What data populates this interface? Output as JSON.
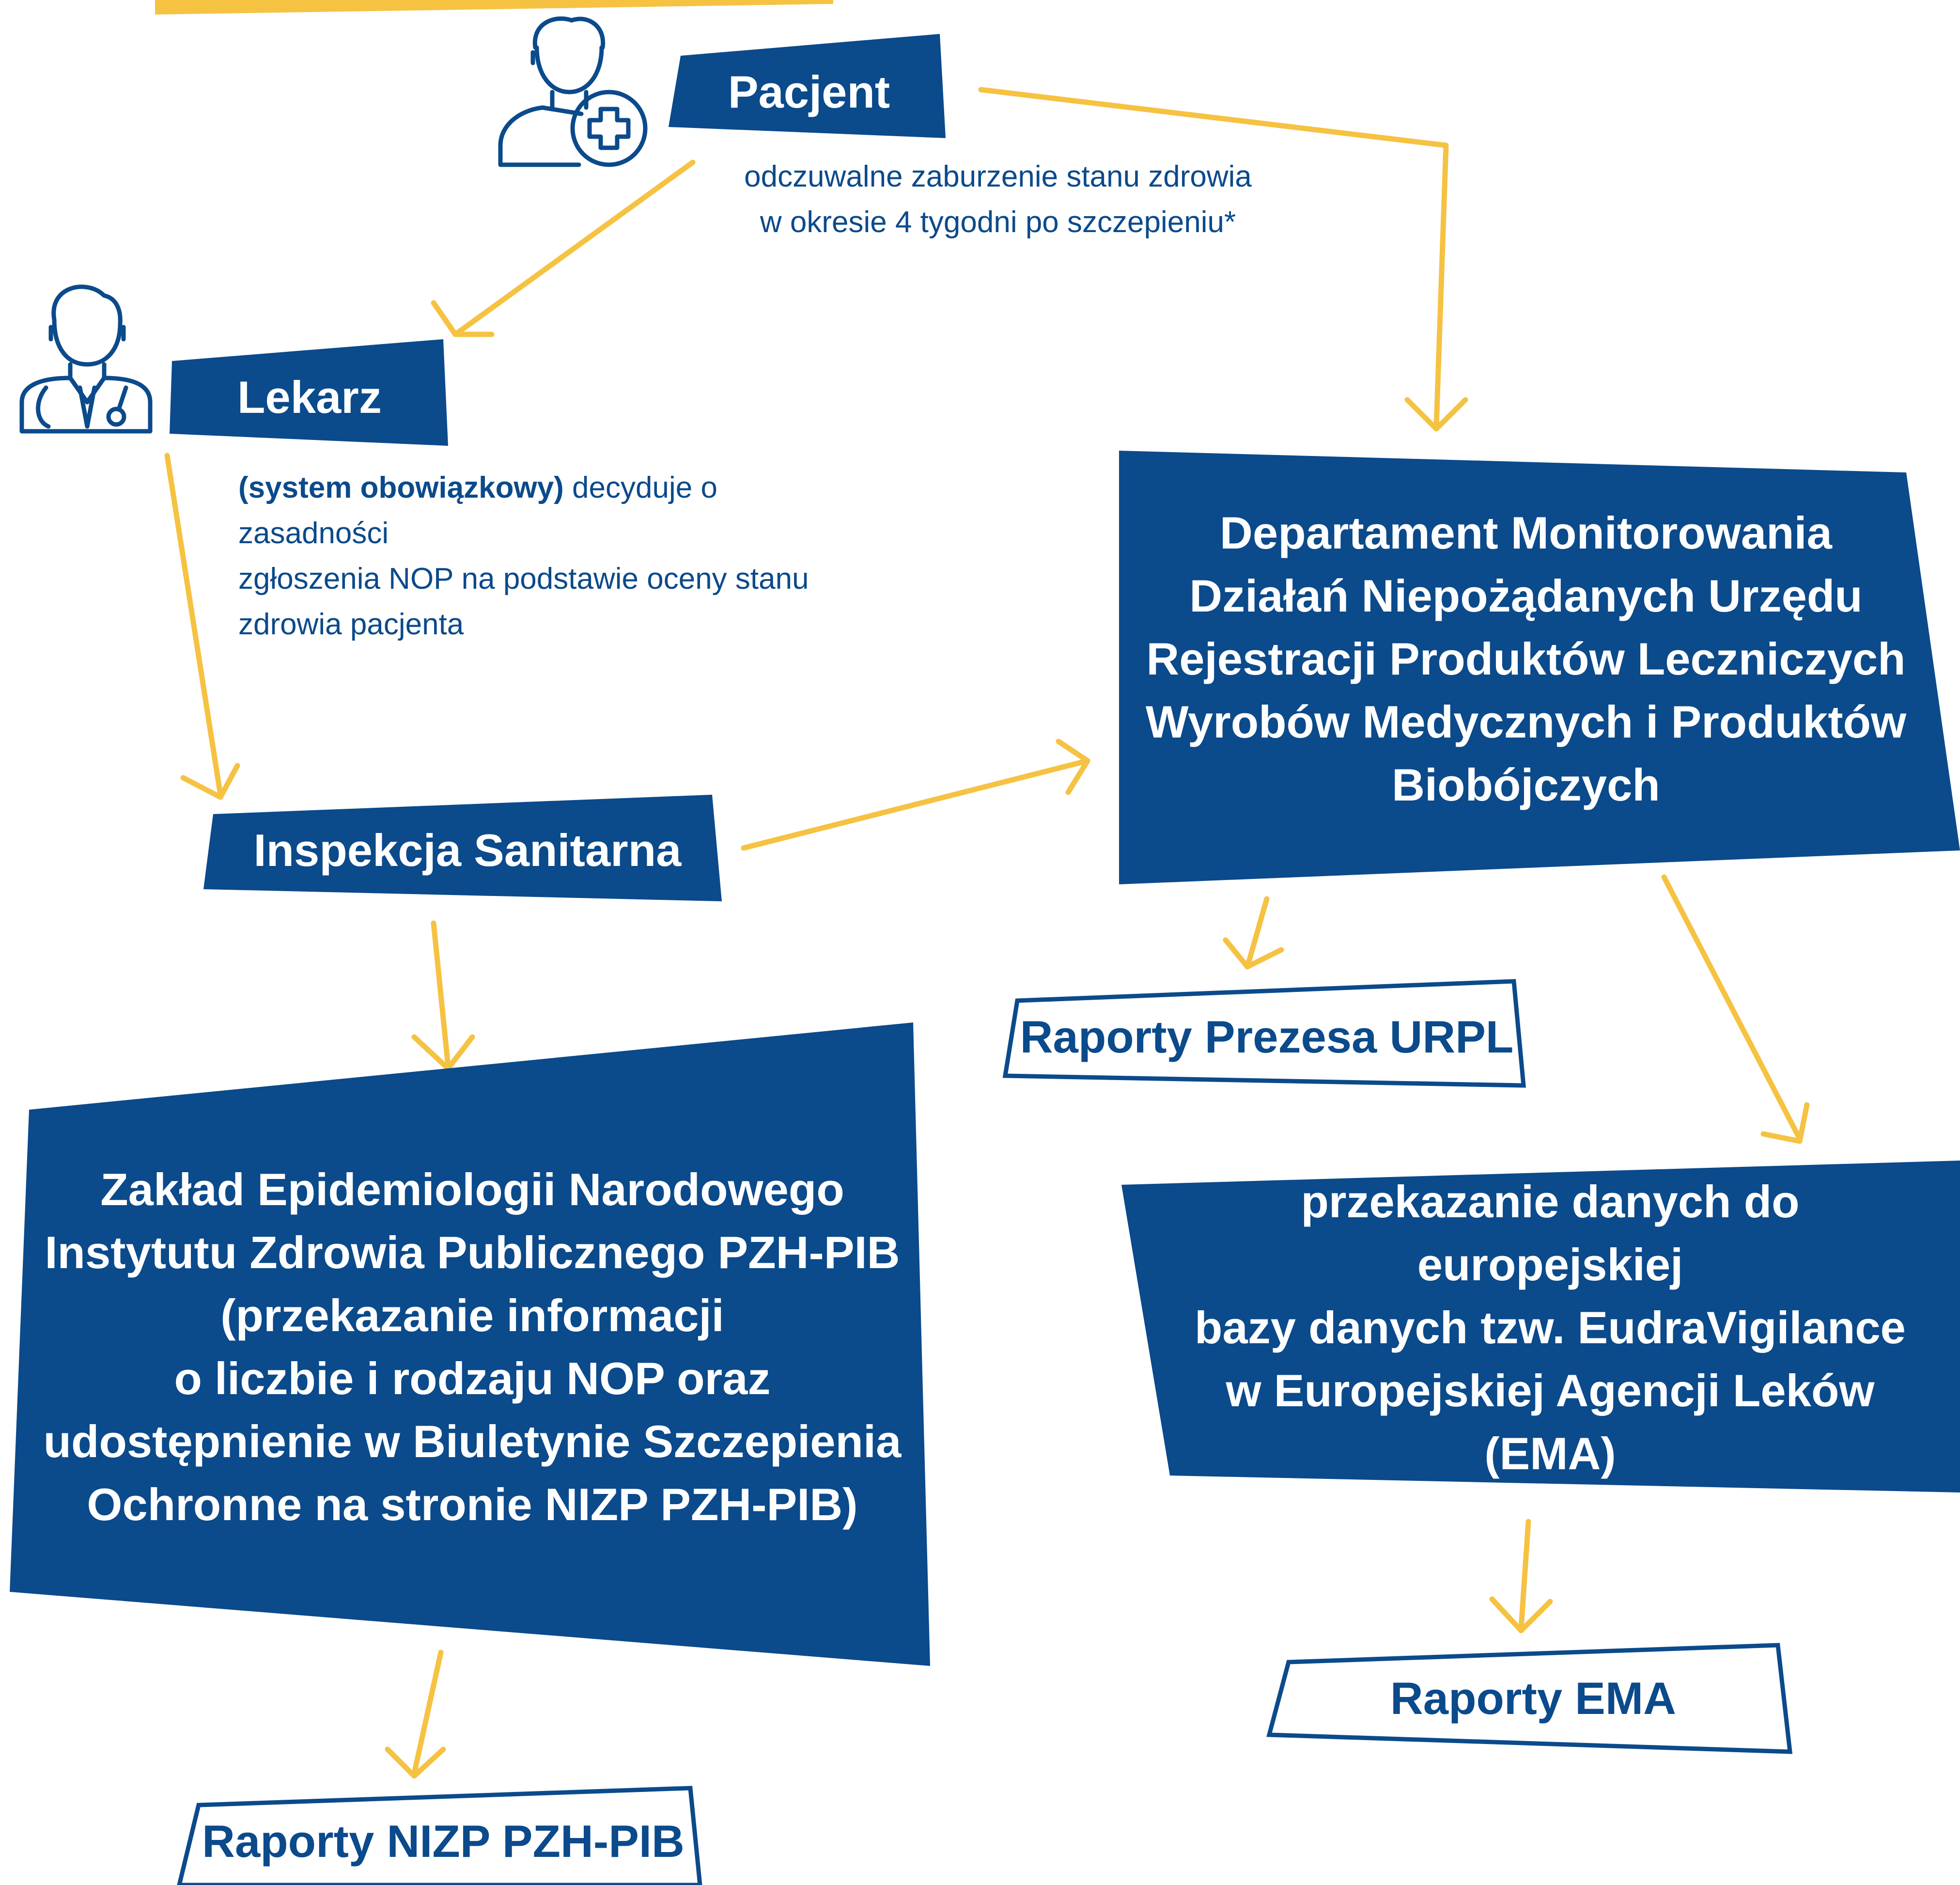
{
  "nodes": {
    "pacjent": "Pacjent",
    "lekarz": "Lekarz",
    "inspekcja": "Inspekcja Sanitarna",
    "urpl_dept": [
      "Departament Monitorowania",
      "Działań Niepożądanych Urzędu",
      "Rejestracji Produktów Leczniczych",
      "Wyrobów Medycznych i Produktów",
      "Biobójczych"
    ],
    "pzh": [
      "Zakład Epidemiologii Narodowego",
      "Instytutu Zdrowia Publicznego PZH-PIB",
      "(przekazanie informacji",
      "o liczbie i rodzaju NOP oraz",
      "udostępnienie w Biuletynie Szczepienia",
      "Ochronne na stronie NIZP PZH-PIB)"
    ],
    "ema_transfer": [
      "przekazanie danych do europejskiej",
      "bazy danych tzw. EudraVigilance",
      "w Europejskiej Agencji Leków (EMA)"
    ],
    "raporty_urpl": "Raporty Prezesa URPL",
    "raporty_ema": "Raporty EMA",
    "raporty_pzh": "Raporty NIZP PZH-PIB"
  },
  "notes": {
    "pacjent_1": "odczuwalne zaburzenie stanu zdrowia",
    "pacjent_2": "w okresie 4 tygodni po szczepieniu*",
    "lekarz_bold": "(system obowiązkowy)",
    "lekarz_1": " decyduje o zasadności",
    "lekarz_2": "zgłoszenia NOP na podstawie oceny stanu",
    "lekarz_3": "zdrowia pacjenta"
  },
  "icons": [
    "patient-plus-icon",
    "doctor-stethoscope-icon"
  ],
  "colors": {
    "blue": "#0b4a8b",
    "arrow": "#f5c242",
    "white": "#ffffff"
  }
}
